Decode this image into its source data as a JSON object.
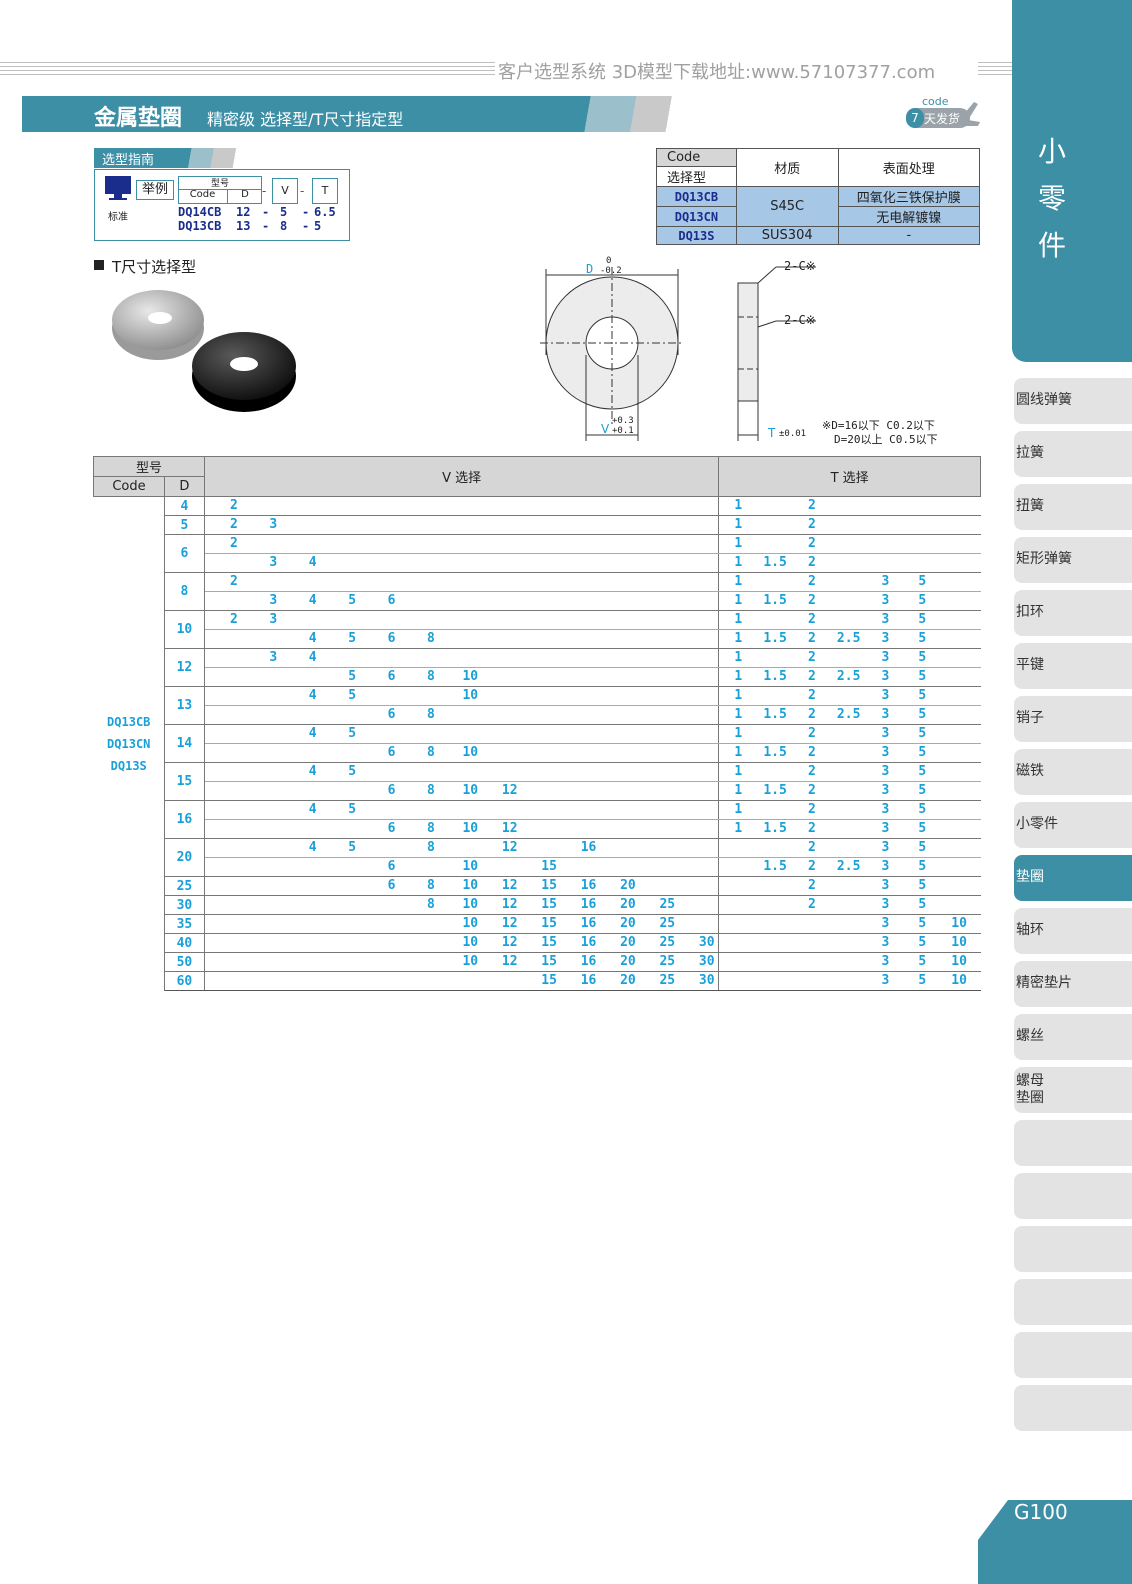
{
  "watermark": "客户选型系统  3D模型下载地址:www.57107377.com",
  "title": {
    "main": "金属垫圈",
    "sub": "精密级  选择型/T尺寸指定型"
  },
  "badge": {
    "code": "code",
    "num": "7",
    "text": "天发货"
  },
  "sidebar": {
    "title": [
      "小",
      "零",
      "件"
    ],
    "tabs": [
      "圆线弹簧",
      "拉簧",
      "扭簧",
      "矩形弹簧",
      "扣环",
      "平键",
      "销子",
      "磁铁",
      "小零件",
      "垫圈",
      "轴环",
      "精密垫片",
      "螺丝",
      "螺母\n垫圈",
      "",
      "",
      "",
      "",
      "",
      ""
    ],
    "active_index": 9,
    "page": "G100"
  },
  "guide": {
    "header": "选型指南",
    "example": "举例",
    "std": "标准",
    "col_model": "型号",
    "col_code": "Code",
    "col_d": "D",
    "col_v": "V",
    "col_t": "T",
    "rows": [
      [
        "DQ14CB",
        "12",
        "-",
        "5",
        "-",
        "6.5"
      ],
      [
        "DQ13CB",
        "13",
        "-",
        "8",
        "-",
        "5"
      ]
    ]
  },
  "material": {
    "head": [
      "Code",
      "材质",
      "表面处理"
    ],
    "head2": "选择型",
    "rows": [
      {
        "code": "DQ13CB",
        "finish": "四氧化三铁保护膜"
      },
      {
        "code": "DQ13CN",
        "finish": "无电解镀镍"
      },
      {
        "code": "DQ13S",
        "mat": "SUS304",
        "finish": "-"
      }
    ],
    "mat_shared": "S45C"
  },
  "section": "T尺寸选择型",
  "drawing": {
    "d_tol": "D",
    "d_tol_up": "0",
    "d_tol_low": "-0.2",
    "v_label": "V",
    "v_up": "+0.3",
    "v_low": "+0.1",
    "chamfer1": "2-C※",
    "chamfer2": "2-C※",
    "t_label": "T",
    "t_tol": "±0.01",
    "note1": "※D=16以下  C0.2以下",
    "note2": "D=20以上  C0.5以下"
  },
  "table": {
    "h_model": "型号",
    "h_code": "Code",
    "h_d": "D",
    "h_v": "V 选择",
    "h_t": "T 选择",
    "codes": [
      "DQ13CB",
      "DQ13CN",
      "DQ13S"
    ],
    "v_cols": [
      "2",
      "3",
      "4",
      "5",
      "6",
      "8",
      "10",
      "12",
      "15",
      "16",
      "20",
      "25",
      "30"
    ],
    "t_cols": [
      "1",
      "1.5",
      "2",
      "2.5",
      "3",
      "5",
      "10"
    ],
    "groups": [
      {
        "d": "4",
        "rows": [
          {
            "v": [
              "2"
            ],
            "t": [
              "1",
              "2"
            ]
          }
        ]
      },
      {
        "d": "5",
        "rows": [
          {
            "v": [
              "2",
              "3"
            ],
            "t": [
              "1",
              "2"
            ]
          }
        ]
      },
      {
        "d": "6",
        "rows": [
          {
            "v": [
              "2"
            ],
            "t": [
              "1",
              "2"
            ]
          },
          {
            "v": [
              "3",
              "4"
            ],
            "t": [
              "1",
              "1.5",
              "2"
            ]
          }
        ]
      },
      {
        "d": "8",
        "rows": [
          {
            "v": [
              "2"
            ],
            "t": [
              "1",
              "2",
              "3",
              "5"
            ]
          },
          {
            "v": [
              "3",
              "4",
              "5",
              "6"
            ],
            "t": [
              "1",
              "1.5",
              "2",
              "3",
              "5"
            ]
          }
        ]
      },
      {
        "d": "10",
        "rows": [
          {
            "v": [
              "2",
              "3"
            ],
            "t": [
              "1",
              "2",
              "3",
              "5"
            ]
          },
          {
            "v": [
              "4",
              "5",
              "6",
              "8"
            ],
            "t": [
              "1",
              "1.5",
              "2",
              "2.5",
              "3",
              "5"
            ]
          }
        ]
      },
      {
        "d": "12",
        "rows": [
          {
            "v": [
              "3",
              "4"
            ],
            "t": [
              "1",
              "2",
              "3",
              "5"
            ]
          },
          {
            "v": [
              "5",
              "6",
              "8",
              "10"
            ],
            "t": [
              "1",
              "1.5",
              "2",
              "2.5",
              "3",
              "5"
            ]
          }
        ]
      },
      {
        "d": "13",
        "rows": [
          {
            "v": [
              "4",
              "5",
              "10"
            ],
            "t": [
              "1",
              "2",
              "3",
              "5"
            ]
          },
          {
            "v": [
              "6",
              "8"
            ],
            "t": [
              "1",
              "1.5",
              "2",
              "2.5",
              "3",
              "5"
            ]
          }
        ]
      },
      {
        "d": "14",
        "rows": [
          {
            "v": [
              "4",
              "5"
            ],
            "t": [
              "1",
              "2",
              "3",
              "5"
            ]
          },
          {
            "v": [
              "6",
              "8",
              "10"
            ],
            "t": [
              "1",
              "1.5",
              "2",
              "3",
              "5"
            ]
          }
        ]
      },
      {
        "d": "15",
        "rows": [
          {
            "v": [
              "4",
              "5"
            ],
            "t": [
              "1",
              "2",
              "3",
              "5"
            ]
          },
          {
            "v": [
              "6",
              "8",
              "10",
              "12"
            ],
            "t": [
              "1",
              "1.5",
              "2",
              "3",
              "5"
            ]
          }
        ]
      },
      {
        "d": "16",
        "rows": [
          {
            "v": [
              "4",
              "5"
            ],
            "t": [
              "1",
              "2",
              "3",
              "5"
            ]
          },
          {
            "v": [
              "6",
              "8",
              "10",
              "12"
            ],
            "t": [
              "1",
              "1.5",
              "2",
              "3",
              "5"
            ]
          }
        ]
      },
      {
        "d": "20",
        "rows": [
          {
            "v": [
              "4",
              "5",
              "8",
              "12",
              "16"
            ],
            "t": [
              "2",
              "3",
              "5"
            ]
          },
          {
            "v": [
              "6",
              "10",
              "15"
            ],
            "t": [
              "1.5",
              "2",
              "2.5",
              "3",
              "5"
            ]
          }
        ]
      },
      {
        "d": "25",
        "rows": [
          {
            "v": [
              "6",
              "8",
              "10",
              "12",
              "15",
              "16",
              "20"
            ],
            "t": [
              "2",
              "3",
              "5"
            ]
          }
        ]
      },
      {
        "d": "30",
        "rows": [
          {
            "v": [
              "8",
              "10",
              "12",
              "15",
              "16",
              "20",
              "25"
            ],
            "t": [
              "2",
              "3",
              "5"
            ]
          }
        ]
      },
      {
        "d": "35",
        "rows": [
          {
            "v": [
              "10",
              "12",
              "15",
              "16",
              "20",
              "25"
            ],
            "t": [
              "3",
              "5",
              "10"
            ]
          }
        ]
      },
      {
        "d": "40",
        "rows": [
          {
            "v": [
              "10",
              "12",
              "15",
              "16",
              "20",
              "25",
              "30"
            ],
            "t": [
              "3",
              "5",
              "10"
            ]
          }
        ]
      },
      {
        "d": "50",
        "rows": [
          {
            "v": [
              "10",
              "12",
              "15",
              "16",
              "20",
              "25",
              "30"
            ],
            "t": [
              "3",
              "5",
              "10"
            ]
          }
        ]
      },
      {
        "d": "60",
        "rows": [
          {
            "v": [
              "15",
              "16",
              "20",
              "25",
              "30"
            ],
            "t": [
              "3",
              "5",
              "10"
            ]
          }
        ]
      }
    ]
  },
  "colors": {
    "accent": "#3d8fa6",
    "value_blue": "#1aa0d8",
    "header_grey": "#d6d6d6",
    "material_blue": "#a7c7e7"
  }
}
